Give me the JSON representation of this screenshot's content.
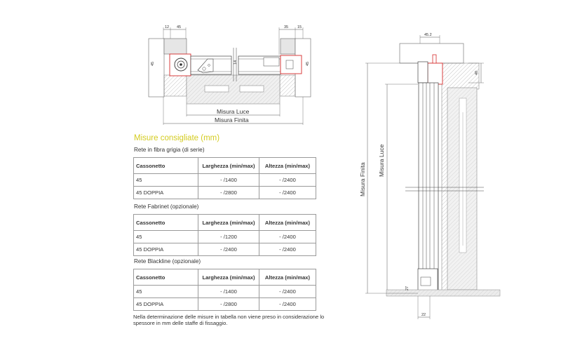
{
  "drawing_top": {
    "dim_labels": [
      "12",
      "45",
      "35",
      "15",
      "45",
      "45",
      "14"
    ],
    "misura_luce": "Misura Luce",
    "misura_finita": "Misura Finita"
  },
  "drawing_side": {
    "dim_labels": [
      "45.2",
      "40",
      "27",
      "22"
    ],
    "misura_finita": "Misura Finita",
    "misura_luce": "Misura Luce"
  },
  "title": "Misure consigliate (mm)",
  "tables": [
    {
      "caption": "Rete in fibra grigia (di serie)",
      "headers": [
        "Cassonetto",
        "Larghezza (min/max)",
        "Altezza (min/max)"
      ],
      "rows": [
        [
          "45",
          "- /1400",
          "- /2400"
        ],
        [
          "45 DOPPIA",
          "- /2800",
          "- /2400"
        ]
      ]
    },
    {
      "caption": "Rete Fabrinet (opzionale)",
      "headers": [
        "Cassonetto",
        "Larghezza (min/max)",
        "Altezza (min/max)"
      ],
      "rows": [
        [
          "45",
          "- /1200",
          "- /2400"
        ],
        [
          "45 DOPPIA",
          "- /2400",
          "- /2400"
        ]
      ]
    },
    {
      "caption": "Rete Blackline (opzionale)",
      "headers": [
        "Cassonetto",
        "Larghezza (min/max)",
        "Altezza (min/max)"
      ],
      "rows": [
        [
          "45",
          "- /1400",
          "- /2400"
        ],
        [
          "45 DOPPIA",
          "- /2800",
          "- /2400"
        ]
      ]
    }
  ],
  "note": "Nella determinazione delle misure in tabella non viene preso in considerazione lo spessore in mm delle staffe di fissaggio.",
  "colors": {
    "title": "#d4cc21",
    "accent_red": "#d62b2b",
    "wall": "#e6e6e6",
    "line": "#555555"
  }
}
